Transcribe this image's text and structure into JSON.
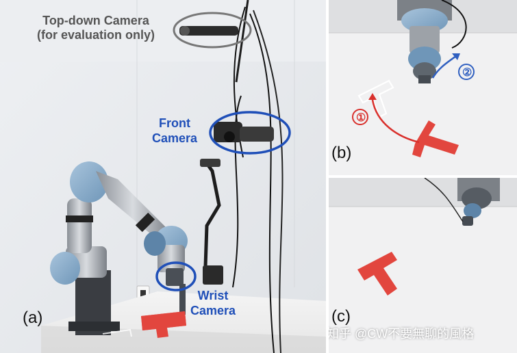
{
  "panels": {
    "a": {
      "tag": "(a)"
    },
    "b": {
      "tag": "(b)",
      "step1": "①",
      "step2": "②"
    },
    "c": {
      "tag": "(c)"
    }
  },
  "annotations": {
    "top_camera_line1": "Top-down Camera",
    "top_camera_line2": "(for evaluation only)",
    "front_camera_line1": "Front",
    "front_camera_line2": "Camera",
    "wrist_camera_line1": "Wrist",
    "wrist_camera_line2": "Camera"
  },
  "watermark": "知乎 @CW不要無聊的風格",
  "colors": {
    "annotation_blue": "#1f4fb8",
    "annotation_gray": "#777777",
    "t_block_red": "#e2463e",
    "arrow_red": "#d9302c",
    "arrow_blue": "#2f5fc0"
  }
}
